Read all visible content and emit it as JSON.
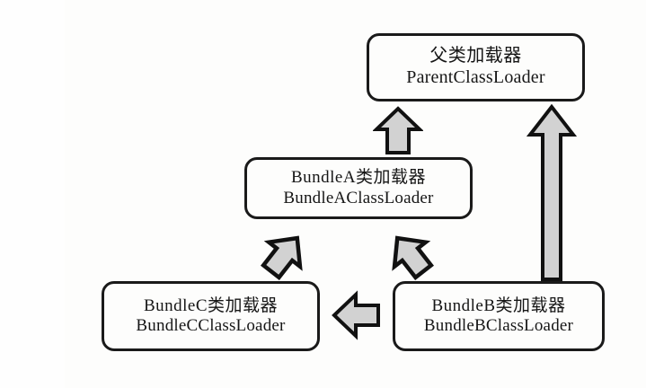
{
  "diagram": {
    "title": "OSGi Bundle ClassLoader delegation diagram",
    "colors": {
      "outline": "#1a1a1a",
      "arrow_fill": "#d2d2d2",
      "arrow_outline": "#111111",
      "node_fill": "#fdfdfc",
      "background": "#fefefe"
    },
    "nodes": [
      {
        "id": "parent",
        "cn": "父类加载器",
        "en": "ParentClassLoader"
      },
      {
        "id": "bundleA",
        "cn": "BundleA类加载器",
        "en": "BundleAClassLoader"
      },
      {
        "id": "bundleC",
        "cn": "BundleC类加载器",
        "en": "BundleCClassLoader"
      },
      {
        "id": "bundleB",
        "cn": "BundleB类加载器",
        "en": "BundleBClassLoader"
      }
    ],
    "edges": [
      {
        "id": "a-to-parent",
        "from": "bundleA",
        "to": "parent",
        "direction": "up",
        "style": "block-arrow"
      },
      {
        "id": "b-to-parent",
        "from": "bundleB",
        "to": "parent",
        "direction": "up",
        "style": "block-arrow-long"
      },
      {
        "id": "c-to-a",
        "from": "bundleC",
        "to": "bundleA",
        "direction": "up-right",
        "style": "block-arrow-diagonal"
      },
      {
        "id": "b-to-a",
        "from": "bundleB",
        "to": "bundleA",
        "direction": "up-left",
        "style": "block-arrow-diagonal"
      },
      {
        "id": "b-to-c",
        "from": "bundleB",
        "to": "bundleC",
        "direction": "left",
        "style": "block-arrow"
      }
    ]
  }
}
